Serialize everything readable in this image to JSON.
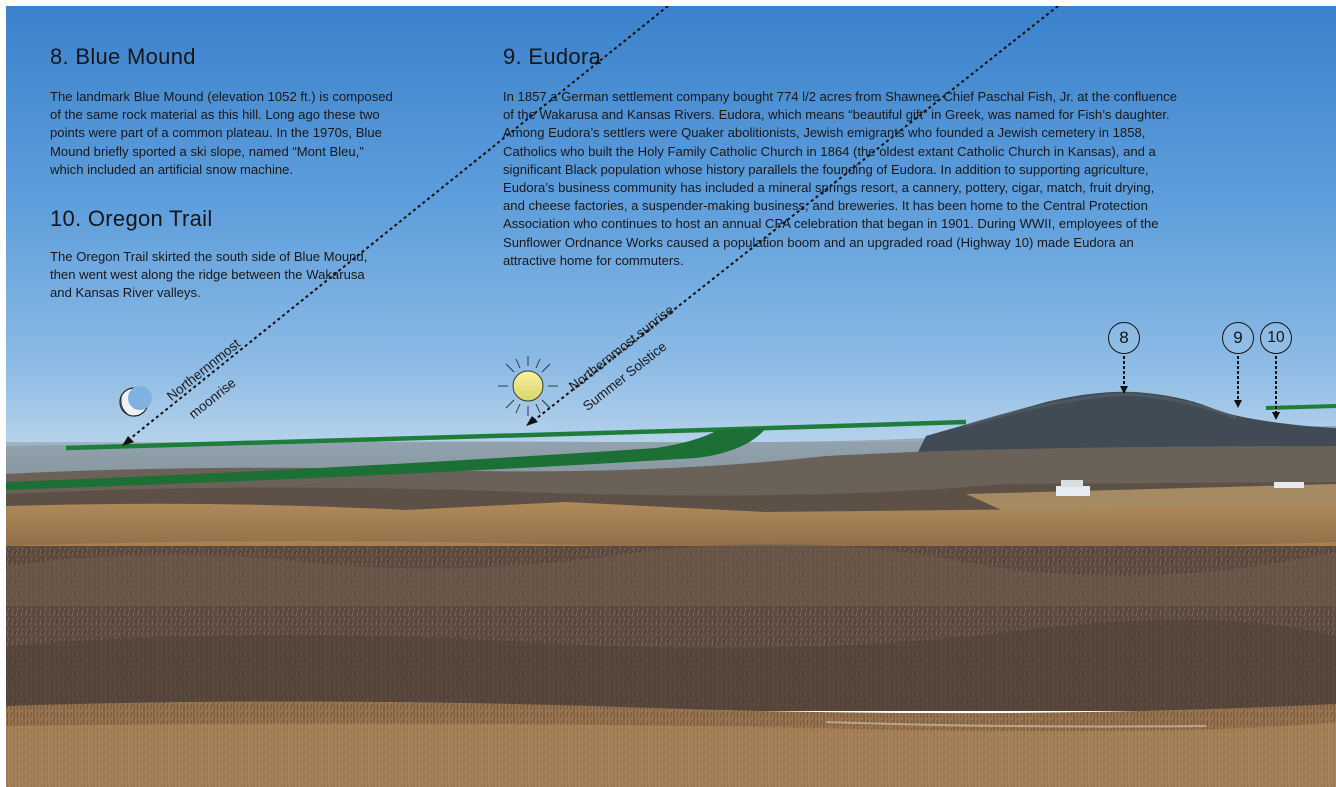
{
  "sections": [
    {
      "number": "8",
      "title": "8. Blue Mound",
      "lines": [
        "The landmark Blue Mound (elevation 1052 ft.) is composed",
        "of the same rock material as this hill. Long ago these two",
        "points were part of a common plateau. In the 1970s, Blue",
        "Mound briefly sported a ski slope, named “Mont Bleu,”",
        "which included an artificial snow machine."
      ]
    },
    {
      "number": "10",
      "title": "10. Oregon Trail",
      "lines": [
        "The Oregon Trail skirted the south side of Blue Mound,",
        "then went west along the ridge between the Wakarusa",
        "and Kansas River valleys."
      ]
    },
    {
      "number": "9",
      "title": "9. Eudora",
      "lines": [
        "In 1857 a German settlement company bought 774 l/2 acres from Shawnee Chief Paschal Fish, Jr. at the confluence",
        "of the Wakarusa and Kansas Rivers. Eudora, which means “beautiful gift” in Greek, was named for Fish’s daughter.",
        "Among Eudora’s settlers were Quaker abolitionists, Jewish emigrants who founded a Jewish cemetery in 1858,",
        "Catholics who built the Holy Family Catholic Church in 1864 (the oldest extant Catholic Church in Kansas), and a",
        "significant Black population whose history parallels the founding of Eudora. In addition to supporting agriculture,",
        "Eudora’s business community has included a mineral springs resort, a cannery, pottery, cigar, match, fruit drying,",
        "and cheese factories, a suspender-making business, and breweries. It has been home to the Central Protection",
        "Association who continues to host an annual CPA celebration that began in 1901. During WWII, employees of the",
        "Sunflower Ordnance Works caused a population boom and an upgraded road (Highway 10) made Eudora an",
        "attractive home for commuters."
      ]
    }
  ],
  "annotations": {
    "moonrise": {
      "line1": "Northernnmost",
      "line2": "moonrise",
      "icon": "crescent-moon-icon"
    },
    "sunrise": {
      "line1": "Northernmost sunrise",
      "line2": "Summer Solstice",
      "icon": "sun-icon"
    }
  },
  "markers": [
    "8",
    "9",
    "10"
  ],
  "colors": {
    "sky_top": "#3c86d0",
    "sky_horizon": "#b9d4ec",
    "trail_green": "#1f7a3a",
    "field_tan": "#b8915e",
    "trees_brown": "#6a5446",
    "mound_blue": "#3f4a57",
    "text": "#18181a"
  }
}
